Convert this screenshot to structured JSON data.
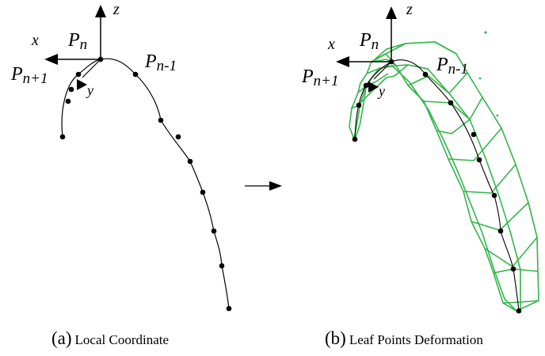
{
  "panel_a": {
    "axis_z": "z",
    "axis_x": "x",
    "axis_y": "y",
    "point_n": "P",
    "point_n_sub": "n",
    "point_n_minus_1": "P",
    "point_n_minus_1_sub": "n-1",
    "point_n_plus_1": "P",
    "point_n_plus_1_sub": "n+1",
    "caption_letter": "(a)",
    "caption_text": "Local Coordinate"
  },
  "panel_b": {
    "axis_z": "z",
    "axis_x": "x",
    "axis_y": "y",
    "point_n": "P",
    "point_n_sub": "n",
    "point_n_minus_1": "P",
    "point_n_minus_1_sub": "n-1",
    "point_n_plus_1": "P",
    "point_n_plus_1_sub": "n+1",
    "caption_letter": "(b)",
    "caption_text": "Leaf Points Deformation"
  },
  "colors": {
    "curve": "#000000",
    "mesh": "#33b54a",
    "point": "#000000"
  }
}
